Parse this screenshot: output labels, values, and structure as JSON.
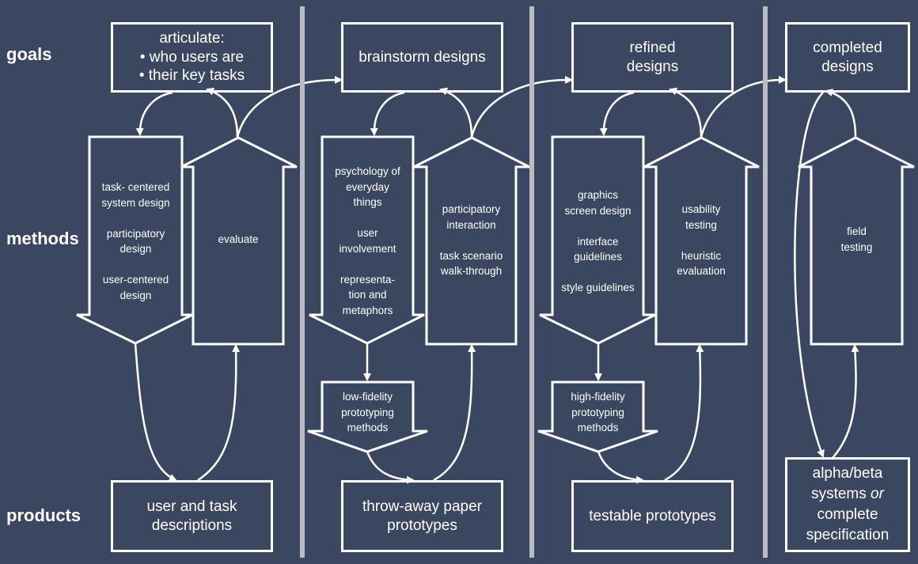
{
  "row_labels": {
    "goals": "goals",
    "methods": "methods",
    "products": "products"
  },
  "columns": [
    {
      "goal_lines": [
        "articulate:",
        "• who users are",
        "• their key tasks"
      ],
      "down_arrow_lines": [
        "task- centered",
        "system design",
        "",
        "participatory",
        "design",
        "",
        "user-centered",
        "design"
      ],
      "up_arrow_lines": [
        "evaluate"
      ],
      "product_lines": [
        "user and task",
        "descriptions"
      ]
    },
    {
      "goal_lines": [
        "brainstorm designs"
      ],
      "down_arrow_lines": [
        "psychology of",
        "everyday",
        "things",
        "",
        "user",
        "involvement",
        "",
        "representa-",
        "tion and",
        "metaphors"
      ],
      "up_arrow_lines": [
        "participatory",
        "interaction",
        "",
        "task scenario",
        "walk-through"
      ],
      "prototype_lines": [
        "low-fidelity",
        "prototyping",
        "methods"
      ],
      "product_lines": [
        "throw-away paper",
        "prototypes"
      ]
    },
    {
      "goal_lines": [
        "refined",
        "designs"
      ],
      "down_arrow_lines": [
        "graphics",
        "screen design",
        "",
        "interface",
        "guidelines",
        "",
        "style guidelines"
      ],
      "up_arrow_lines": [
        "usability",
        "testing",
        "",
        "heuristic",
        "evaluation"
      ],
      "prototype_lines": [
        "high-fidelity",
        "prototyping",
        "methods"
      ],
      "product_lines": [
        "testable prototypes"
      ]
    },
    {
      "goal_lines": [
        "completed",
        "designs"
      ],
      "up_arrow_lines": [
        "field",
        "testing"
      ],
      "product_lines": [
        "alpha/beta",
        "systems or",
        "complete",
        "specification"
      ]
    }
  ]
}
